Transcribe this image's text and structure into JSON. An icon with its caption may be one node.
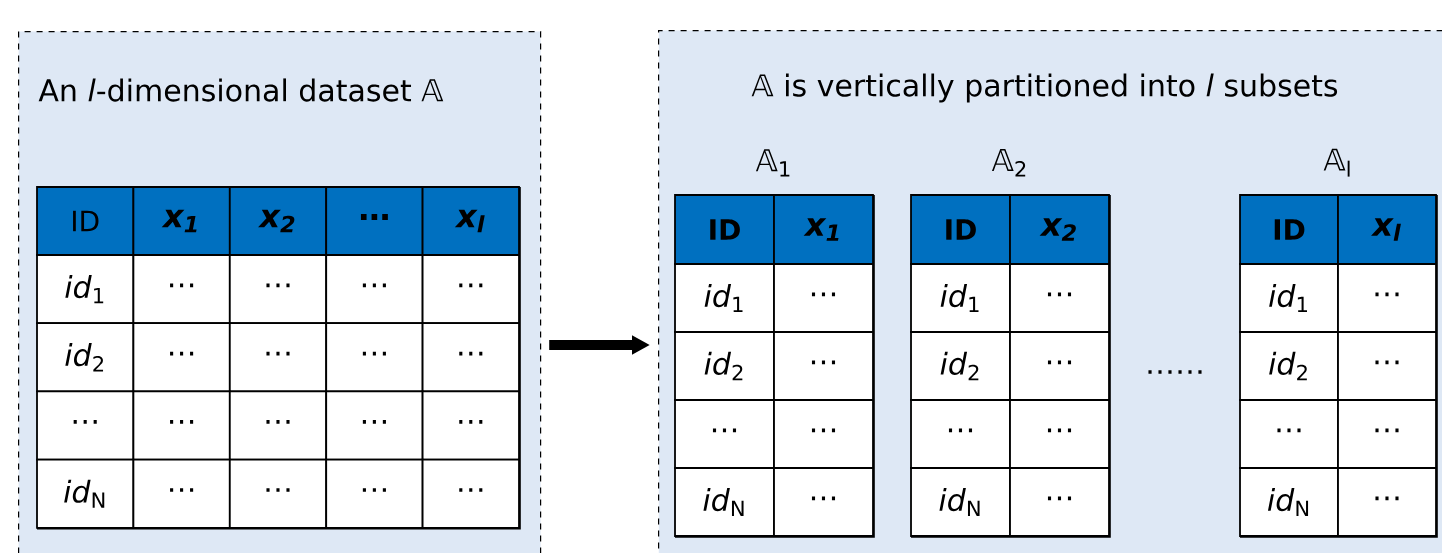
{
  "diagram": {
    "nodes": [
      {
        "text": [
          "An *l*-dimensional dataset 𝔸"
        ]
      },
      {
        "text": [
          "𝔸 is vertically partitioned into *l* subsets"
        ]
      },
      {
        "text": [
          "ID",
          "x$_{1}$",
          "x$_{2}$",
          "⋯",
          "x$_{l}$",
          "*id*$_{1}$",
          "⋯",
          "⋯",
          "⋯",
          "⋯",
          "*id*$_{2}$",
          "⋯",
          "⋯",
          "⋯",
          "⋯",
          "⋯",
          "⋯",
          "⋯",
          "⋯",
          "⋯",
          "*id*$_{N}$",
          "⋯",
          "⋯",
          "⋯",
          "⋯"
        ],
        "in": 0
      },
      {
        "text": [
          "ID",
          "x$_{1}$",
          "*id*$_{1}$",
          "⋯",
          "*id*$_{2}$",
          "⋯",
          "⋯",
          "⋯",
          "*id*$_{N}$",
          "⋯"
        ],
        "beside": [
          "𝔸$_{1}$"
        ],
        "in": 1
      },
      {
        "text": [
          "ID",
          "x$_{2}$",
          "*id*$_{1}$",
          "⋯",
          "*id*$_{2}$",
          "⋯",
          "⋯",
          "⋯",
          "*id*$_{N}$",
          "⋯"
        ],
        "beside": [
          "𝔸$_{2}$"
        ],
        "in": 1
      },
      {
        "text": [
          "ID",
          "x$_{l}$",
          "*id*$_{1}$",
          "⋯",
          "*id*$_{2}$",
          "⋯",
          "⋯",
          "⋯",
          "*id*$_{N}$",
          "⋯"
        ],
        "beside": [
          "𝔸$_{l}$"
        ],
        "in": 1
      }
    ],
    "edges": [
      {
        "from": 0,
        "to": 1,
        "arrow": "to"
      }
    ],
    "labels": [
      "……"
    ]
  }
}
